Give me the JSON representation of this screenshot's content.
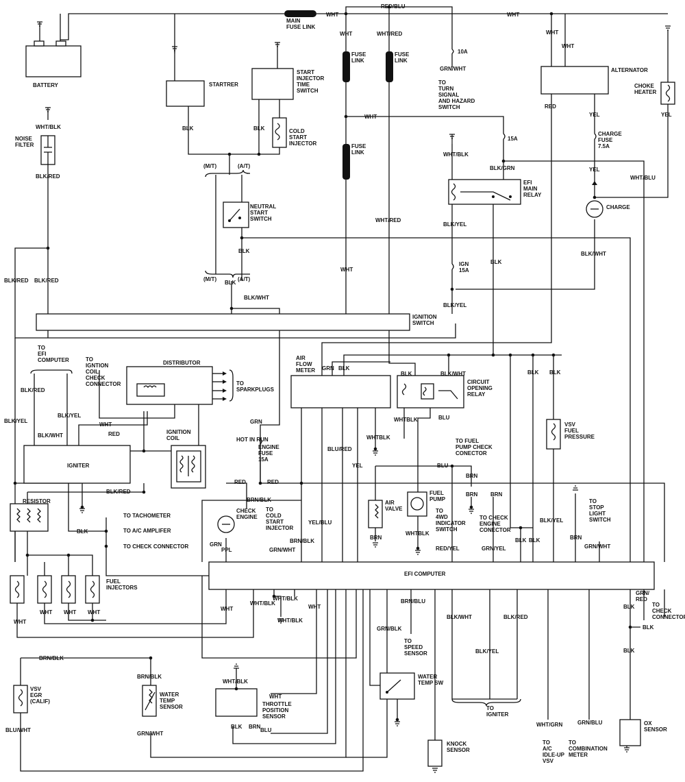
{
  "components": {
    "battery": "BATTERY",
    "main_fuse_link": "MAIN\nFUSE LINK",
    "starter": "STARTRER",
    "start_injector_time_switch": "START\nINJECTOR\nTIME\nSWITCH",
    "cold_start_injector": "COLD\nSTART\nINJECTOR",
    "fuse_link_1": "FUSE\nLINK",
    "fuse_link_2": "FUSE\nLINK",
    "fuse_link_3": "FUSE\nLINK",
    "fuse_10a": "10A",
    "turn_signal": "TO\nTURN\nSIGNAL\nAND HAZARD\nSWITCH",
    "alternator": "ALTERNATOR",
    "choke_heater": "CHOKE\nHEATER",
    "noise_filter": "NOISE\nFILTER",
    "neutral_start_switch": "NEUTRAL\nSTART\nSWITCH",
    "efi_main_relay": "EFI\nMAIN\nRELAY",
    "fuse_15a": "15A",
    "charge_fuse": "CHARGE\nFUSE\n7.5A",
    "charge": "CHARGE",
    "ign_fuse": "IGN\n15A",
    "ignition_switch": "IGNITION\nSWITCH",
    "to_efi_computer": "TO\nEFI\nCOMPUTER",
    "to_ignition_coil_check": "TO\nIGNTION\nCOIL\nCHECK\nCONNECTOR",
    "distributor": "DISTRIBUTOR",
    "to_sparkplugs": "TO\nSPARKPLUGS",
    "air_flow_meter": "AIR\nFLOW\nMETER",
    "circuit_opening_relay": "CIRCUIT\nOPENING\nRELAY",
    "ignition_coil": "IGNITION\nCOIL",
    "igniter": "IGNITER",
    "hot_in_run": "HOT IN RUN",
    "engine_fuse": "ENGINE\nFUSE\n15A",
    "vsv_fuel_pressure": "VSV\nFUEL\nPRESSURE",
    "to_fuel_pump_check": "TO FUEL\nPUMP CHECK\nCONECTOR",
    "resistor": "RESISTOR",
    "to_tachometer": "TO TACHOMETER",
    "to_ac_amplifier": "TO A/C AMPLIFER",
    "to_check_connector": "TO CHECK CONNECTOR",
    "check_engine": "CHECK\nENGINE",
    "to_cold_start_injector": "TO\nCOLD\nSTART\nINJECTOR",
    "air_valve": "AIR\nVALVE",
    "fuel_pump": "FUEL\nPUMP",
    "to_4wd": "TO\n4WD\nINDICATOR\nSWITCH",
    "to_check_engine_connector": "TO CHECK\nENGINE\nCONECTOR",
    "to_stop_light": "TO\nSTOP\nLIGHT\nSWITCH",
    "fuel_injectors": "FUEL\nINJECTORS",
    "efi_computer": "EFI COMPUTER",
    "to_check_connector_2": "TO\nCHECK\nCONNECTOR",
    "to_speed_sensor": "TO\nSPEED\nSENSOR",
    "water_temp_sw": "WATER\nTEMP SW",
    "vsv_egr": "VSV\nEGR\n(CALIF)",
    "water_temp_sensor": "WATER\nTEMP\nSENSOR",
    "throttle_position_sensor": "THROTTLE\nPOSITION\nSENSOR",
    "to_igniter": "TO\nIGNITER",
    "knock_sensor": "KNOCK\nSENSOR",
    "to_ac_idle_up": "TO\nA/C\nIDLE-UP\nVSV",
    "to_combination_meter": "TO\nCOMBINATION\nMETER",
    "ox_sensor": "OX\nSENSOR",
    "mt": "(M/T)",
    "at": "(A/T)"
  },
  "wire_labels": {
    "wht": "WHT",
    "blk": "BLK",
    "red": "RED",
    "yel": "YEL",
    "grn": "GRN",
    "brn": "BRN",
    "blu": "BLU",
    "ppl": "PPL",
    "red_blu": "RED/BLU",
    "wht_red": "WHT/RED",
    "grn_wht": "GRN/WHT",
    "wht_blk": "WHT/BLK",
    "blk_red": "BLK/RED",
    "blk_grn": "BLK/GRN",
    "wht_blu": "WHT/BLU",
    "blk_yel": "BLK/YEL",
    "blk_wht": "BLK/WHT",
    "brn_blk": "BRN/BLK",
    "blu_red": "BLU/RED",
    "yel_blu": "YEL/BLU",
    "whtblk": "WHTBLK",
    "red_yel": "RED/YEL",
    "grn_yel": "GRN/YEL",
    "brn_blu": "BRN/BLU",
    "grn_blk": "GRN/BLK",
    "grn_red": "GRN/\nRED",
    "wht_grn": "WHT/GRN",
    "grn_blu": "GRN/BLU",
    "blu_wht": "BLU/WHT"
  }
}
